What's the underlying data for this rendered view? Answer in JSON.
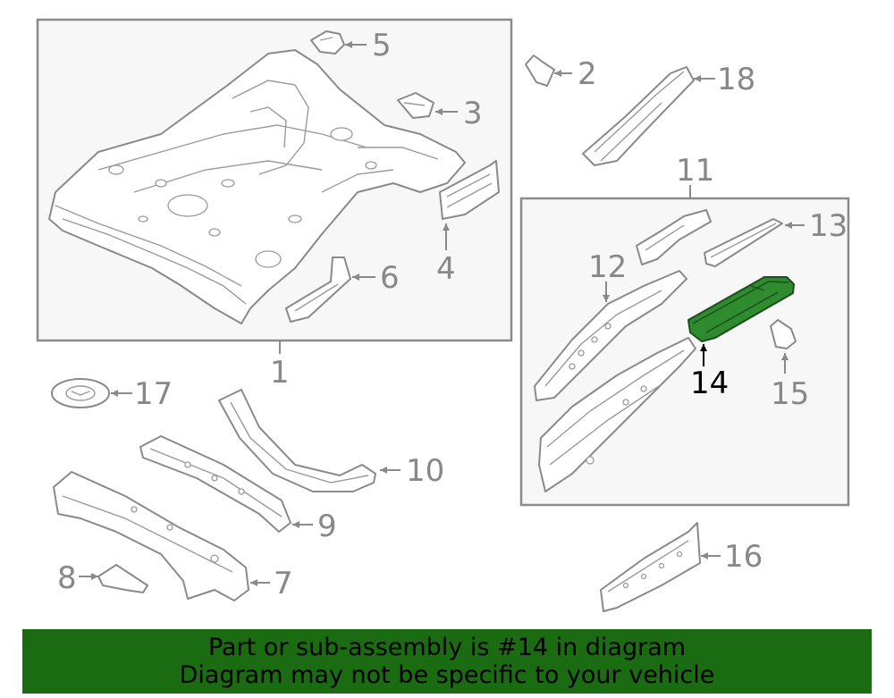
{
  "diagram": {
    "highlighted_part": "14",
    "callouts": {
      "c1": "1",
      "c2": "2",
      "c3": "3",
      "c4": "4",
      "c5": "5",
      "c6": "6",
      "c7": "7",
      "c8": "8",
      "c9": "9",
      "c10": "10",
      "c11": "11",
      "c12": "12",
      "c13": "13",
      "c14": "14",
      "c15": "15",
      "c16": "16",
      "c17": "17",
      "c18": "18"
    },
    "colors": {
      "line": "#8a8a8a",
      "highlight": "#2e8b2e",
      "banner_bg": "#1a6b12",
      "panel_bg": "#f7f7f7"
    }
  },
  "banner": {
    "line1": "Part or sub-assembly is #14 in diagram",
    "line2": "Diagram may not be specific to your vehicle"
  }
}
